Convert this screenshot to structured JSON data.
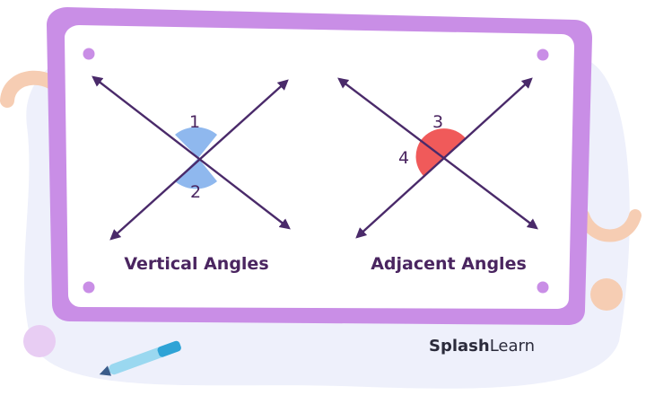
{
  "diagrams": [
    {
      "caption": "Vertical Angles",
      "angle_labels": [
        "1",
        "2"
      ],
      "highlight_color": "#8fb8ee"
    },
    {
      "caption": "Adjacent Angles",
      "angle_labels": [
        "3",
        "4"
      ],
      "highlight_color": "#f05a5a"
    }
  ],
  "brand": {
    "part1": "Splash",
    "part2": "Learn"
  },
  "colors": {
    "frame": "#c98ee6",
    "line": "#4a2a6a",
    "text": "#4a2560",
    "backdrop": "#eef0fb"
  }
}
